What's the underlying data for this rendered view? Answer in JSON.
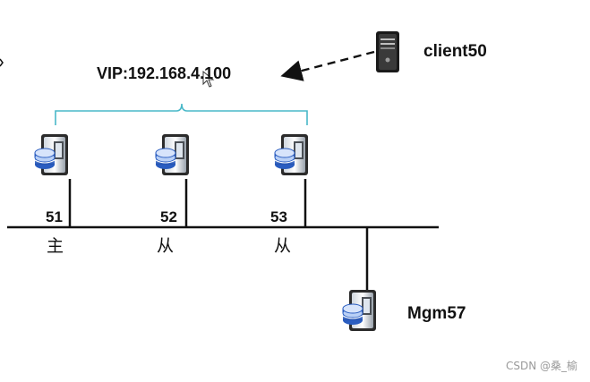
{
  "vip": {
    "label": "VIP:192.168.4.100"
  },
  "client": {
    "label": "client50"
  },
  "manager": {
    "label": "Mgm57"
  },
  "nodes": [
    {
      "id": "51",
      "role": "主"
    },
    {
      "id": "52",
      "role": "从"
    },
    {
      "id": "53",
      "role": "从"
    }
  ],
  "watermark": "CSDN @桑_榆",
  "colors": {
    "line": "#111111",
    "brace": "#49b8c8",
    "server_body": "#2b2b2b",
    "db_blue": "#3a6fd0"
  },
  "icons": [
    "server-icon",
    "database-icon",
    "server-tower-icon",
    "mouse-cursor-icon"
  ]
}
